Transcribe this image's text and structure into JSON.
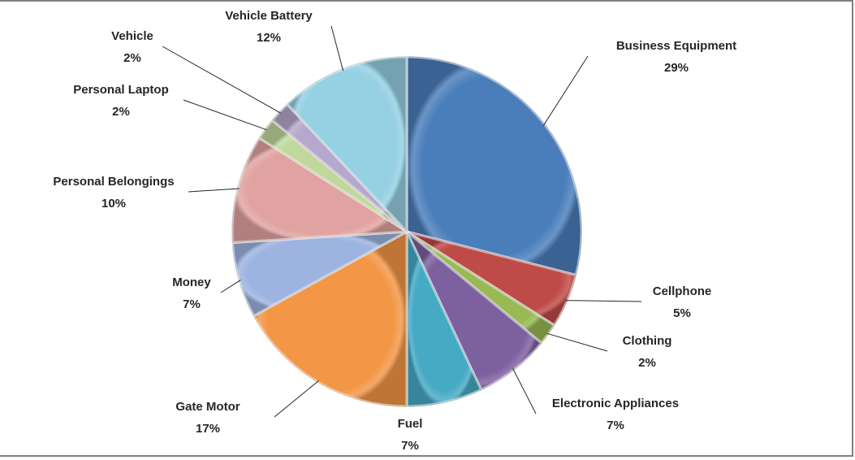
{
  "chart_data": {
    "type": "pie",
    "title": "",
    "start_angle_deg": 0,
    "direction": "clockwise",
    "legend": "none",
    "slices": [
      {
        "label": "Business Equipment",
        "value": 29,
        "pct_label": "29%",
        "color": "#4A7EBB"
      },
      {
        "label": "Cellphone",
        "value": 5,
        "pct_label": "5%",
        "color": "#BE4B48"
      },
      {
        "label": "Clothing",
        "value": 2,
        "pct_label": "2%",
        "color": "#98B954"
      },
      {
        "label": "Electronic Appliances",
        "value": 7,
        "pct_label": "7%",
        "color": "#7D60A0"
      },
      {
        "label": "Fuel",
        "value": 7,
        "pct_label": "7%",
        "color": "#46AAC5"
      },
      {
        "label": "Gate Motor",
        "value": 17,
        "pct_label": "17%",
        "color": "#F39645"
      },
      {
        "label": "Money",
        "value": 7,
        "pct_label": "7%",
        "color": "#9DB3E0"
      },
      {
        "label": "Personal Belongings",
        "value": 10,
        "pct_label": "10%",
        "color": "#E1A3A1"
      },
      {
        "label": "Personal Laptop",
        "value": 2,
        "pct_label": "2%",
        "color": "#C1D89C"
      },
      {
        "label": "Vehicle",
        "value": 2,
        "pct_label": "2%",
        "color": "#B6A8CC"
      },
      {
        "label": "Vehicle Battery",
        "value": 12,
        "pct_label": "12%",
        "color": "#95D0E3"
      }
    ]
  }
}
